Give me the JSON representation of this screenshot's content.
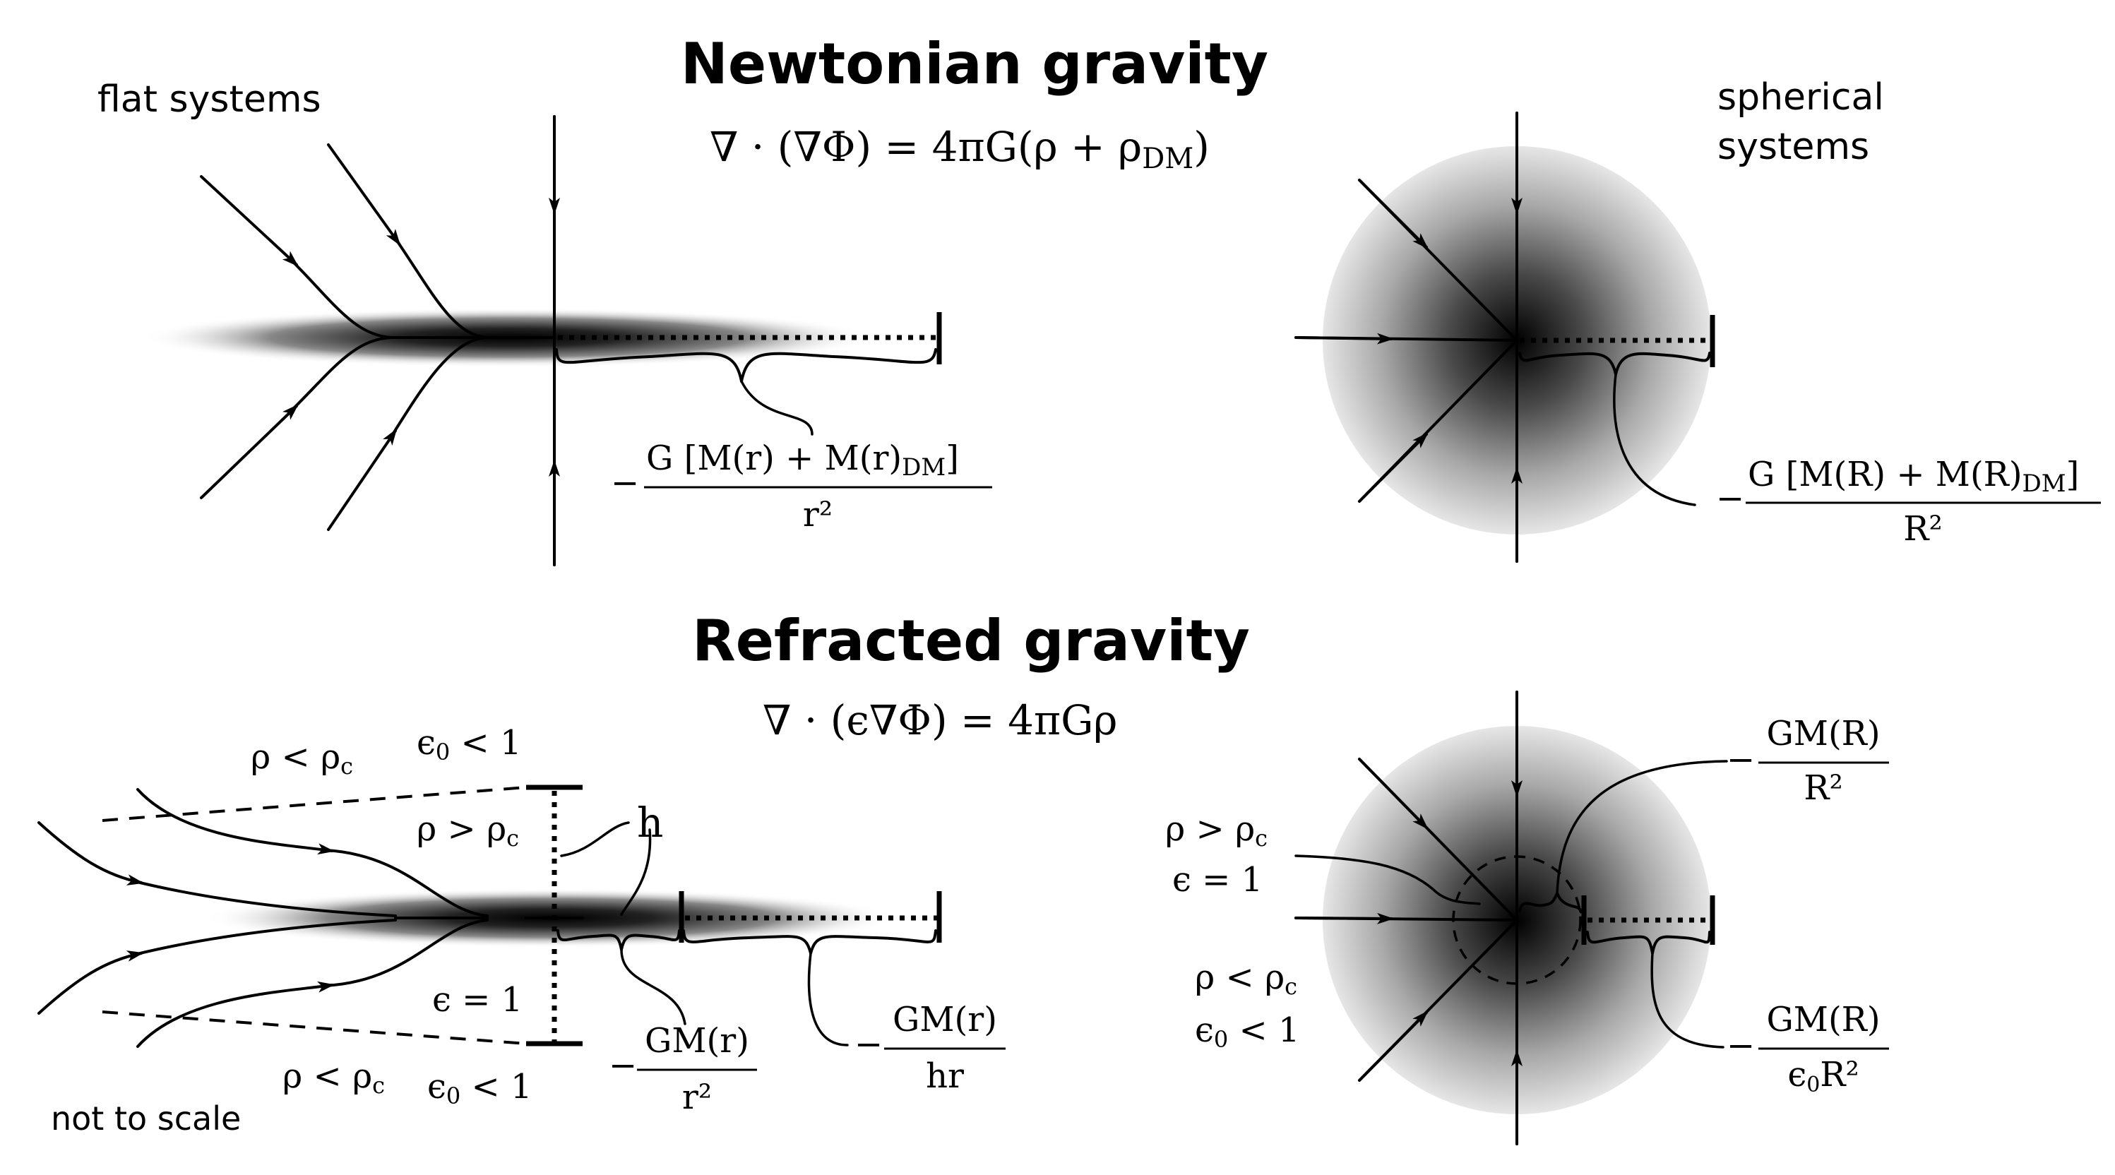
{
  "titles": {
    "newtonian": "Newtonian gravity",
    "refracted": "Refracted gravity"
  },
  "labels": {
    "flat_systems": "flat systems",
    "spherical_line1": "spherical",
    "spherical_line2": "systems",
    "not_to_scale": "not to scale"
  },
  "equations": {
    "newtonian": "∇ · (∇Φ) = 4πG(ρ + ρ",
    "newtonian_sub": "DM",
    "newtonian_close": ")",
    "refracted": "∇ · (ϵ∇Φ) = 4πGρ"
  },
  "newtonian_flat": {
    "accel_numerator": "G [M(r) + M(r)",
    "accel_sub": "DM",
    "accel_close": "]",
    "accel_denominator": "r²"
  },
  "newtonian_spherical": {
    "accel_numerator": "G [M(R) + M(R)",
    "accel_sub": "DM",
    "accel_close": "]",
    "accel_denominator": "R²"
  },
  "refracted_flat": {
    "cond_top_rho": "ρ < ρ",
    "cond_top_eps": "ϵ",
    "cond_top_eps_rest": " < 1",
    "cond_inner_rho": "ρ > ρ",
    "scale_height": "h",
    "cond_inner_eps": "ϵ = 1",
    "cond_bottom_rho": "ρ < ρ",
    "cond_bottom_eps": "ϵ",
    "cond_bottom_eps_rest": " < 1",
    "sub_c": "c",
    "sub_0": "0",
    "accel_inner_numerator": "GM(r)",
    "accel_inner_denominator": "r²",
    "accel_outer_numerator": "GM(r)",
    "accel_outer_denominator": "hr"
  },
  "refracted_spherical": {
    "cond_in_rho": "ρ > ρ",
    "cond_in_eps": "ϵ = 1",
    "cond_out_rho": "ρ < ρ",
    "cond_out_eps": "ϵ",
    "cond_out_eps_rest": " < 1",
    "sub_c": "c",
    "sub_0": "0",
    "accel_inner_numerator": "GM(R)",
    "accel_inner_denominator": "R²",
    "accel_outer_numerator": "GM(R)",
    "accel_outer_denominator_eps": "ϵ",
    "accel_outer_denominator_sub": "0",
    "accel_outer_denominator_rest": "R²"
  },
  "symbols": {
    "minus": "−"
  }
}
